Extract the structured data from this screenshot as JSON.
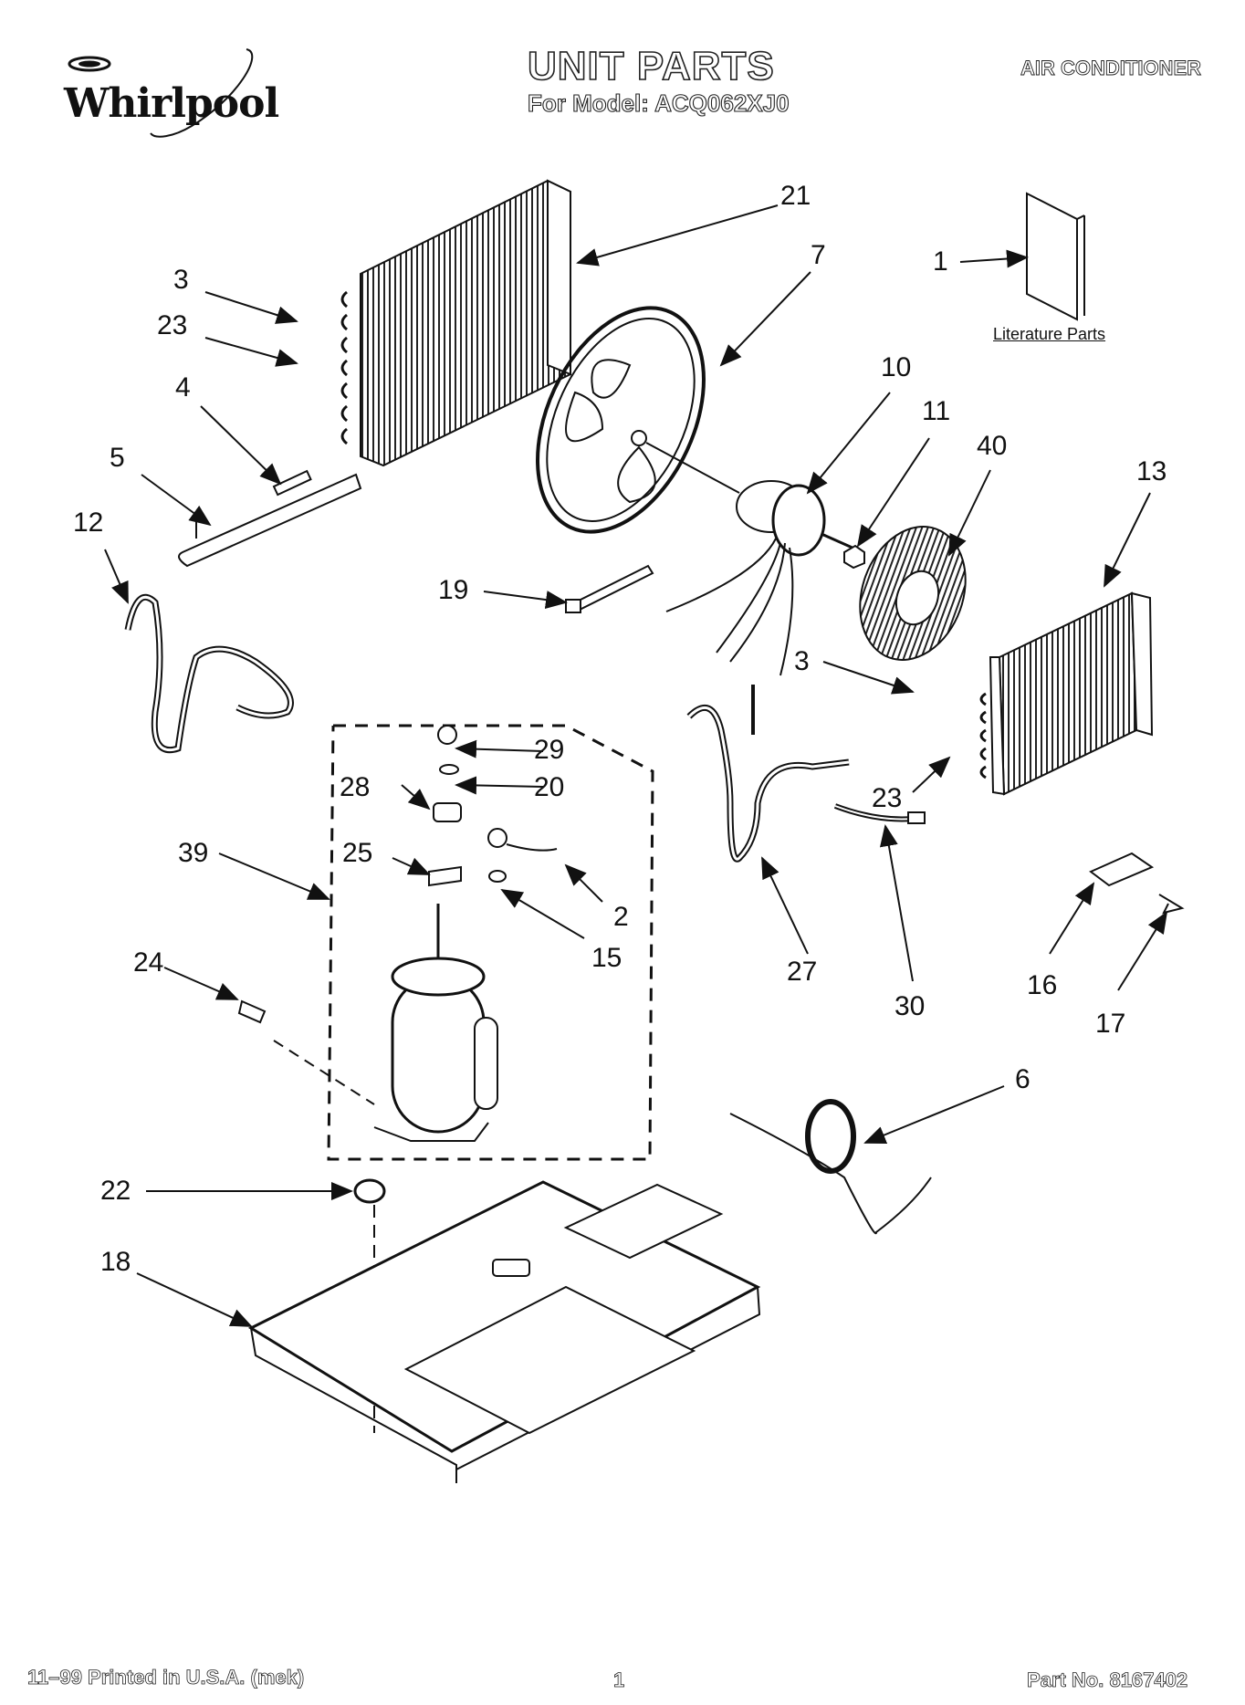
{
  "header": {
    "brand": "Whirlpool",
    "title": "UNIT PARTS",
    "model_line": "For Model: ACQ062XJ0",
    "appliance": "AIR CONDITIONER"
  },
  "literature_label": "Literature Parts",
  "callouts": [
    {
      "id": "c21",
      "label": "21"
    },
    {
      "id": "c7",
      "label": "7"
    },
    {
      "id": "c1",
      "label": "1"
    },
    {
      "id": "c3a",
      "label": "3"
    },
    {
      "id": "c23a",
      "label": "23"
    },
    {
      "id": "c4",
      "label": "4"
    },
    {
      "id": "c5",
      "label": "5"
    },
    {
      "id": "c12",
      "label": "12"
    },
    {
      "id": "c10",
      "label": "10"
    },
    {
      "id": "c11",
      "label": "11"
    },
    {
      "id": "c40",
      "label": "40"
    },
    {
      "id": "c13",
      "label": "13"
    },
    {
      "id": "c19",
      "label": "19"
    },
    {
      "id": "c3b",
      "label": "3"
    },
    {
      "id": "c29",
      "label": "29"
    },
    {
      "id": "c20",
      "label": "20"
    },
    {
      "id": "c28",
      "label": "28"
    },
    {
      "id": "c23b",
      "label": "23"
    },
    {
      "id": "c39",
      "label": "39"
    },
    {
      "id": "c25",
      "label": "25"
    },
    {
      "id": "c2",
      "label": "2"
    },
    {
      "id": "c15",
      "label": "15"
    },
    {
      "id": "c27",
      "label": "27"
    },
    {
      "id": "c30",
      "label": "30"
    },
    {
      "id": "c16",
      "label": "16"
    },
    {
      "id": "c17",
      "label": "17"
    },
    {
      "id": "c24",
      "label": "24"
    },
    {
      "id": "c6",
      "label": "6"
    },
    {
      "id": "c22",
      "label": "22"
    },
    {
      "id": "c18",
      "label": "18"
    }
  ],
  "footer": {
    "print_info": "11–99 Printed in U.S.A. (mek)",
    "page_number": "1",
    "part_number": "Part No. 8167402"
  }
}
